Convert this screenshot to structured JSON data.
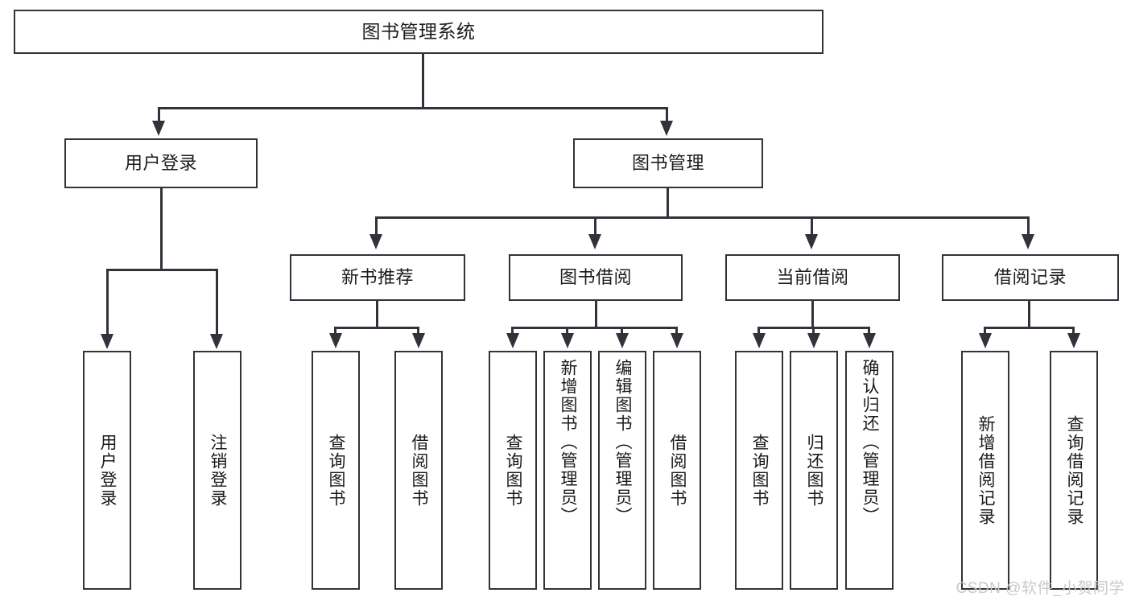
{
  "diagram": {
    "type": "hierarchy-tree",
    "watermark": "CSDN @软件_小贺同学",
    "root": {
      "label": "图书管理系统"
    },
    "level2": [
      {
        "label": "用户登录"
      },
      {
        "label": "图书管理"
      }
    ],
    "level3": [
      {
        "label": "新书推荐"
      },
      {
        "label": "图书借阅"
      },
      {
        "label": "当前借阅"
      },
      {
        "label": "借阅记录"
      }
    ],
    "leaves": {
      "user_login": [
        {
          "label": "用户登录"
        },
        {
          "label": "注销登录"
        }
      ],
      "new_book": [
        {
          "label": "查询图书"
        },
        {
          "label": "借阅图书"
        }
      ],
      "book_borrow": [
        {
          "label": "查询图书"
        },
        {
          "label": "新增图书（管理员）"
        },
        {
          "label": "编辑图书（管理员）"
        },
        {
          "label": "借阅图书"
        }
      ],
      "current_borrow": [
        {
          "label": "查询图书"
        },
        {
          "label": "归还图书"
        },
        {
          "label": "确认归还（管理员）"
        }
      ],
      "borrow_record": [
        {
          "label": "新增借阅记录"
        },
        {
          "label": "查询借阅记录"
        }
      ]
    }
  },
  "colors": {
    "border": "#32323a",
    "background": "#ffffff",
    "text": "#1b1b1b",
    "watermark": "#c9c9c9"
  }
}
